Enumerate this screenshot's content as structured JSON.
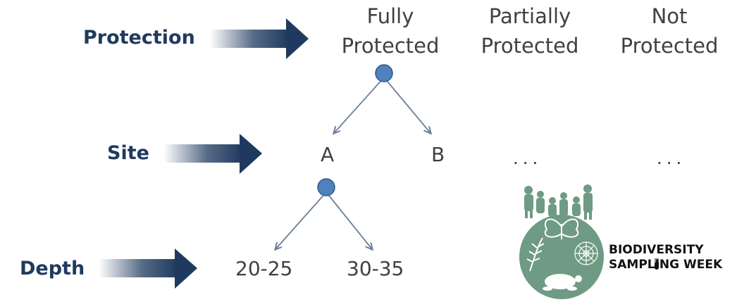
{
  "levels": {
    "protection": "Protection",
    "site": "Site",
    "depth": "Depth"
  },
  "protection_columns": [
    {
      "line1": "Fully",
      "line2": "Protected"
    },
    {
      "line1": "Partially",
      "line2": "Protected"
    },
    {
      "line1": "Not",
      "line2": "Protected"
    }
  ],
  "sites": {
    "a": "A",
    "b": "B",
    "other1": "...",
    "other2": "..."
  },
  "depths": {
    "d1": "20-25",
    "d2": "30-35"
  },
  "logo": {
    "line1": "BIODIVERSITY",
    "line2": "SAMPLING WEEK",
    "globe_color": "#6f9a83"
  },
  "colors": {
    "arrow": "#1f3a5f",
    "node": "#4f81bd",
    "label": "#1f3a5f",
    "text": "#404040"
  }
}
